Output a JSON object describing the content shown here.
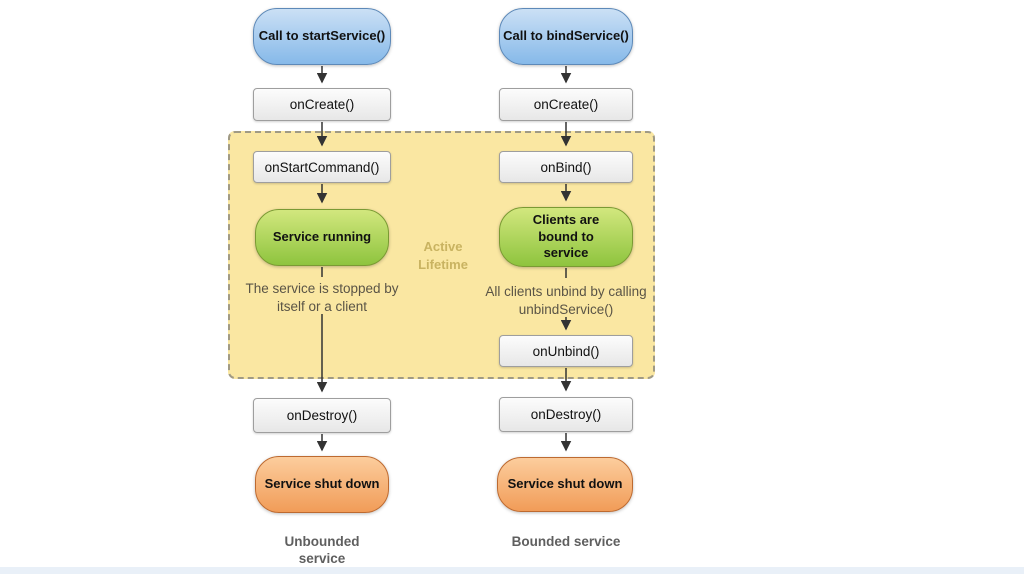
{
  "colors": {
    "blue_top": "#cbe0f5",
    "blue_bottom": "#86b9e9",
    "blue_border": "#5d89b8",
    "green_top": "#d2e77e",
    "green_bottom": "#8ec43e",
    "green_border": "#7a9a33",
    "orange_top": "#fccd9d",
    "orange_bottom": "#f19c58",
    "orange_border": "#bd6a30",
    "box_top": "#fcfcfc",
    "box_bottom": "#e7e7e7",
    "box_border": "#9e9e9e",
    "region_bg": "#fae7a2",
    "region_border": "#a09a84",
    "arrow": "#333333",
    "note_text": "#5a5446",
    "lifetime_text": "#c9b361",
    "footer_text": "#5f5f5f",
    "bottom_strip": "#e9f0f8"
  },
  "region": {
    "label": "Active Lifetime"
  },
  "left": {
    "start": "Call to startService()",
    "on_create": "onCreate()",
    "callback": "onStartCommand()",
    "state": "Service running",
    "note": "The service is stopped by itself or a client",
    "on_destroy": "onDestroy()",
    "shutdown": "Service shut down",
    "footer": "Unbounded service"
  },
  "right": {
    "start": "Call to bindService()",
    "on_create": "onCreate()",
    "callback": "onBind()",
    "state": "Clients are bound to service",
    "note": "All clients unbind by calling unbindService()",
    "on_unbind": "onUnbind()",
    "on_destroy": "onDestroy()",
    "shutdown": "Service shut down",
    "footer": "Bounded service"
  }
}
